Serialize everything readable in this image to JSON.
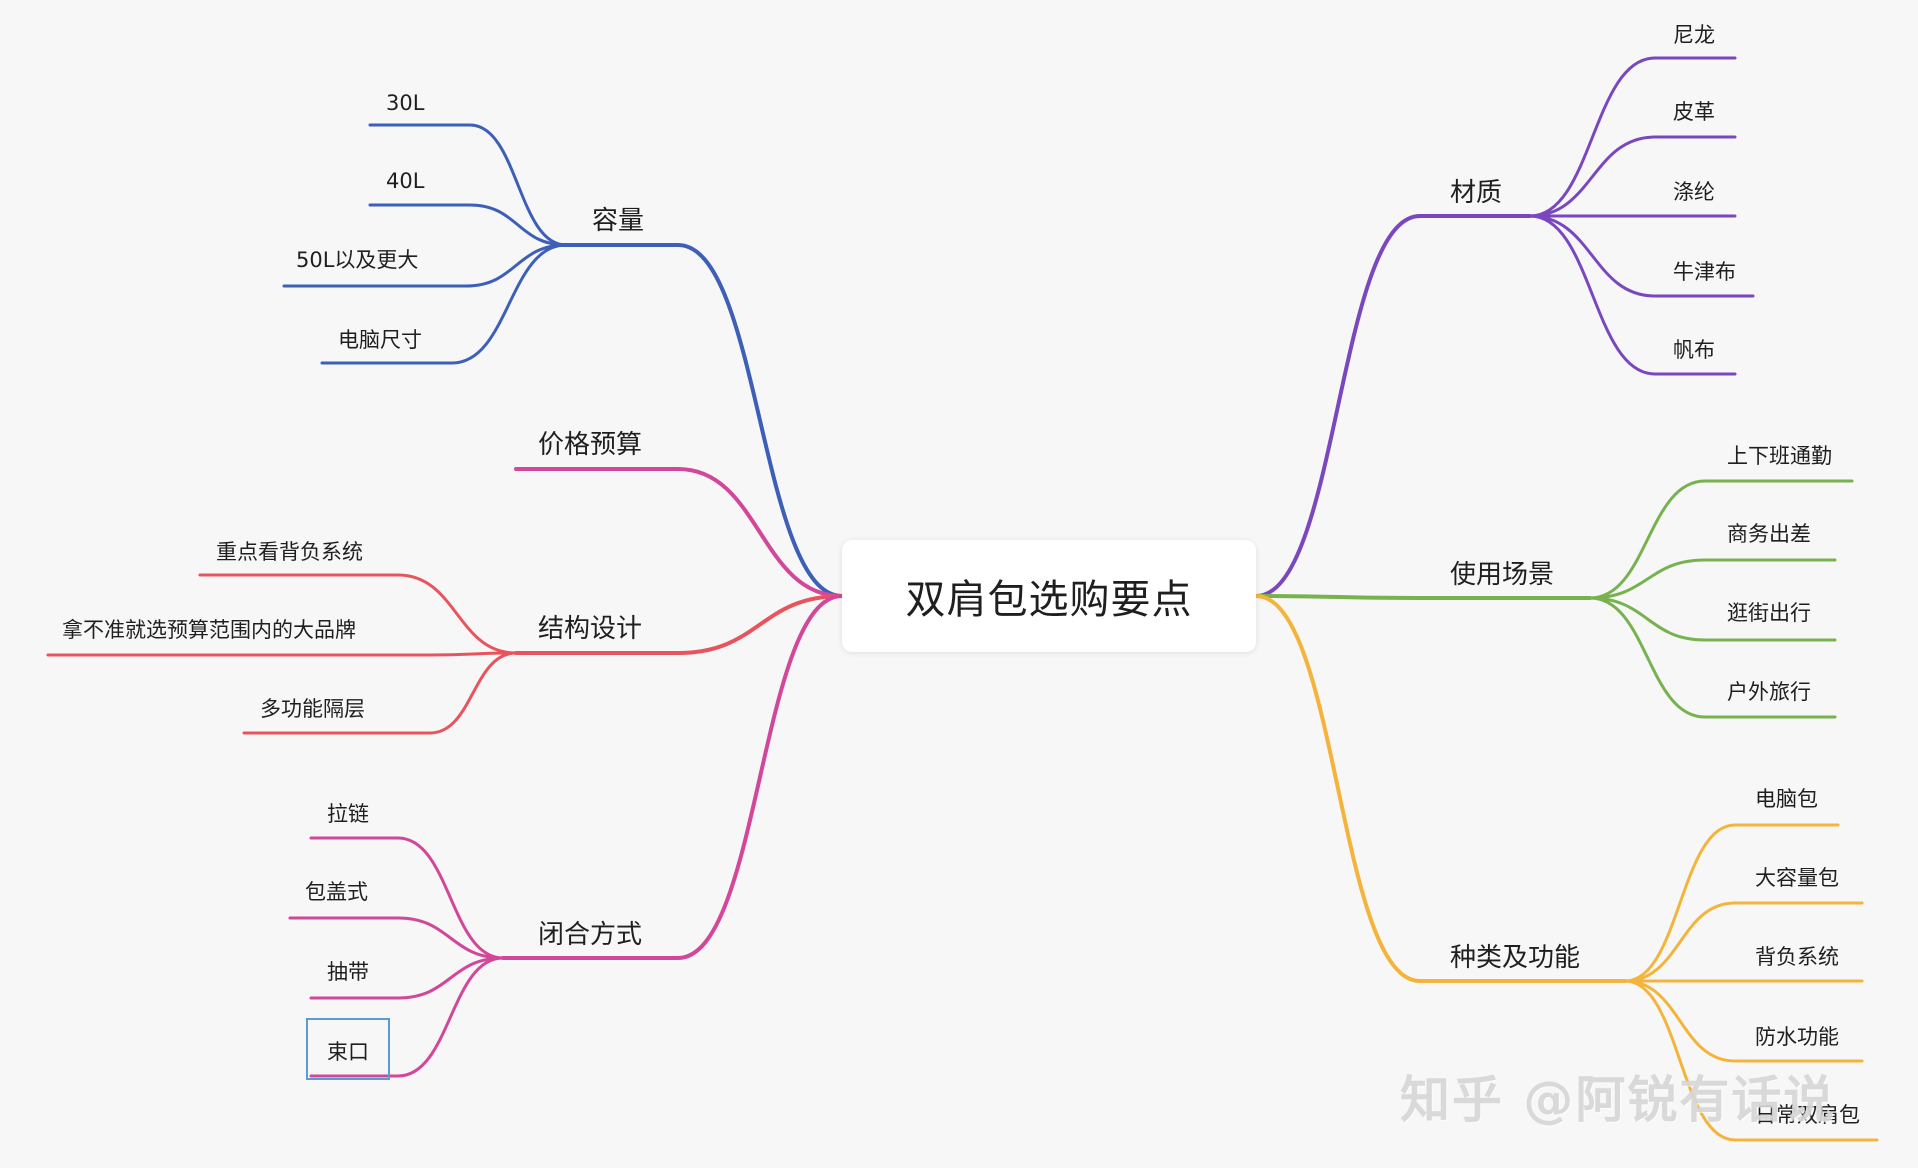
{
  "title": "双肩包选购要点",
  "colors": {
    "blue": "#3d5fb8",
    "pink": "#d2479a",
    "red": "#e8545e",
    "purple": "#7a47bf",
    "green": "#77b24f",
    "yellow": "#f4b43c",
    "selection": "#5b9bd5"
  },
  "branches": {
    "capacity": {
      "label": "容量",
      "items": [
        "30L",
        "40L",
        "50L以及更大",
        "电脑尺寸"
      ]
    },
    "budget": {
      "label": "价格预算"
    },
    "structure": {
      "label": "结构设计",
      "items": [
        "重点看背负系统",
        "拿不准就选预算范围内的大品牌",
        "多功能隔层"
      ]
    },
    "closure": {
      "label": "闭合方式",
      "items": [
        "拉链",
        "包盖式",
        "抽带",
        "束口"
      ]
    },
    "material": {
      "label": "材质",
      "items": [
        "尼龙",
        "皮革",
        "涤纶",
        "牛津布",
        "帆布"
      ]
    },
    "scenario": {
      "label": "使用场景",
      "items": [
        "上下班通勤",
        "商务出差",
        "逛街出行",
        "户外旅行"
      ]
    },
    "type": {
      "label": "种类及功能",
      "items": [
        "电脑包",
        "大容量包",
        "背负系统",
        "防水功能",
        "日常双肩包"
      ]
    }
  },
  "watermark": "知乎 @阿锐有话说"
}
